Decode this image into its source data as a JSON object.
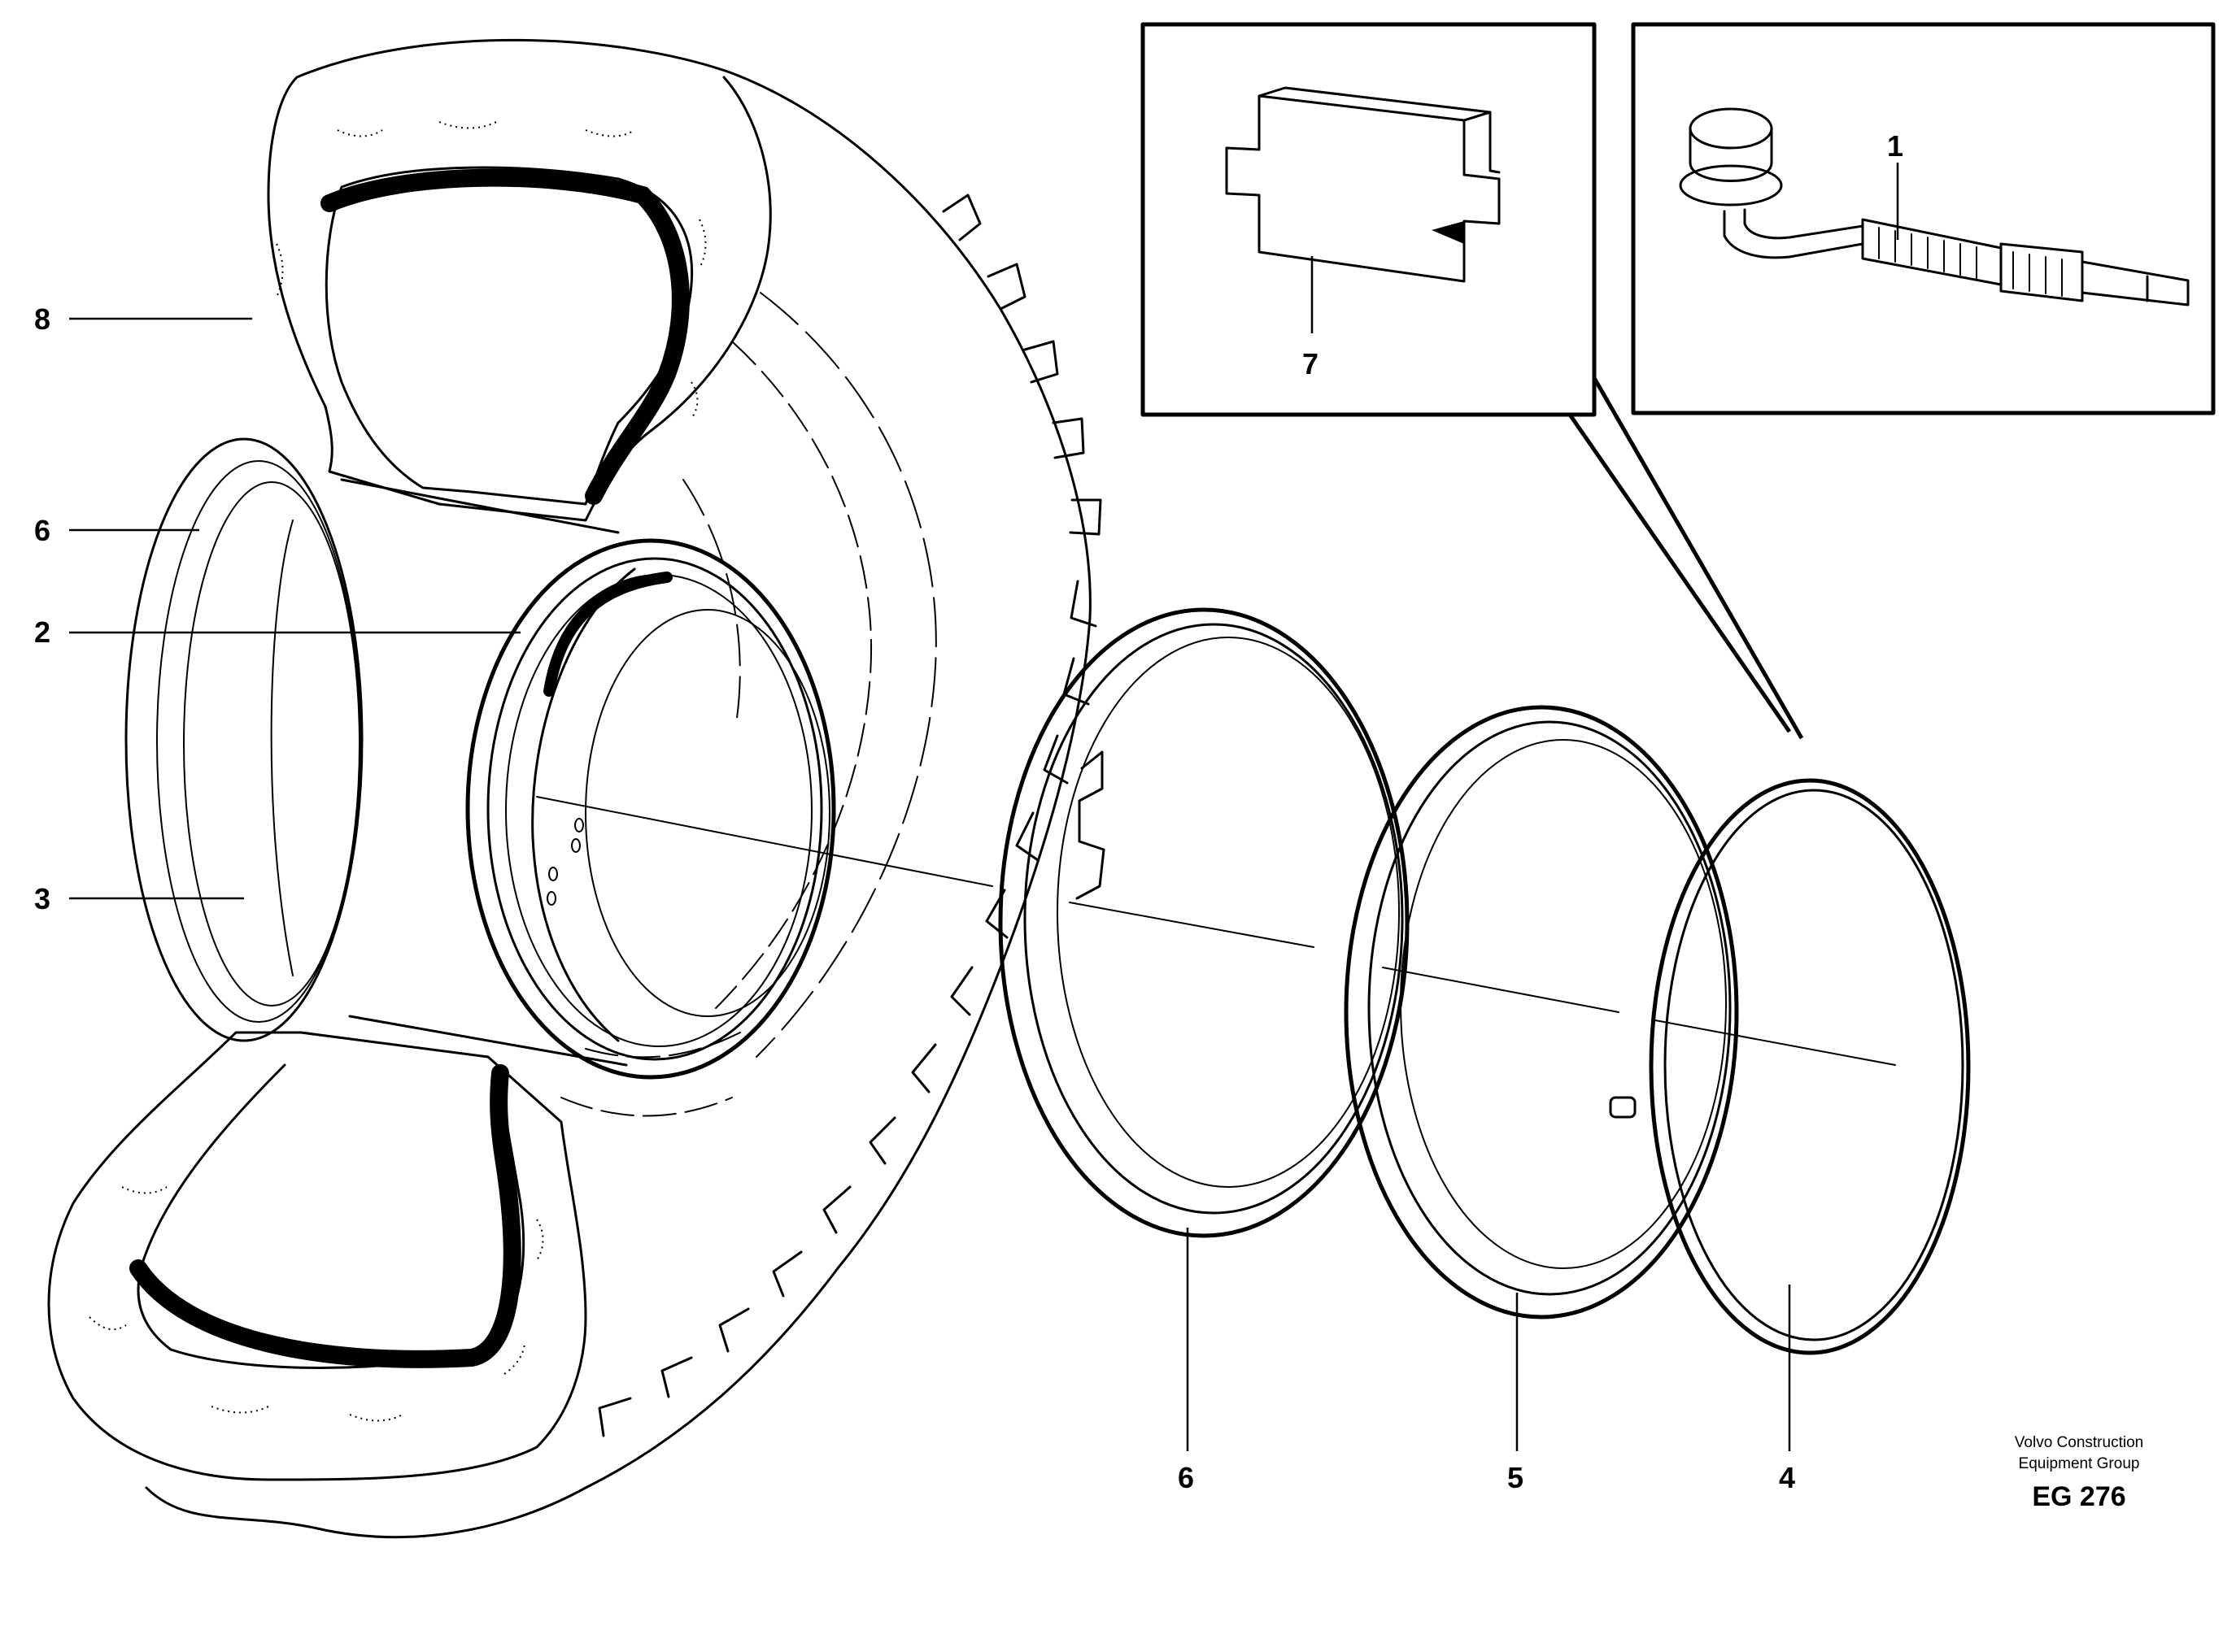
{
  "callouts": {
    "c1": "1",
    "c2": "2",
    "c3": "3",
    "c4": "4",
    "c5": "5",
    "c6_left": "6",
    "c6_bottom": "6",
    "c7": "7",
    "c8": "8"
  },
  "credit": {
    "line1": "Volvo Construction",
    "line2": "Equipment Group",
    "code": "EG 276"
  }
}
